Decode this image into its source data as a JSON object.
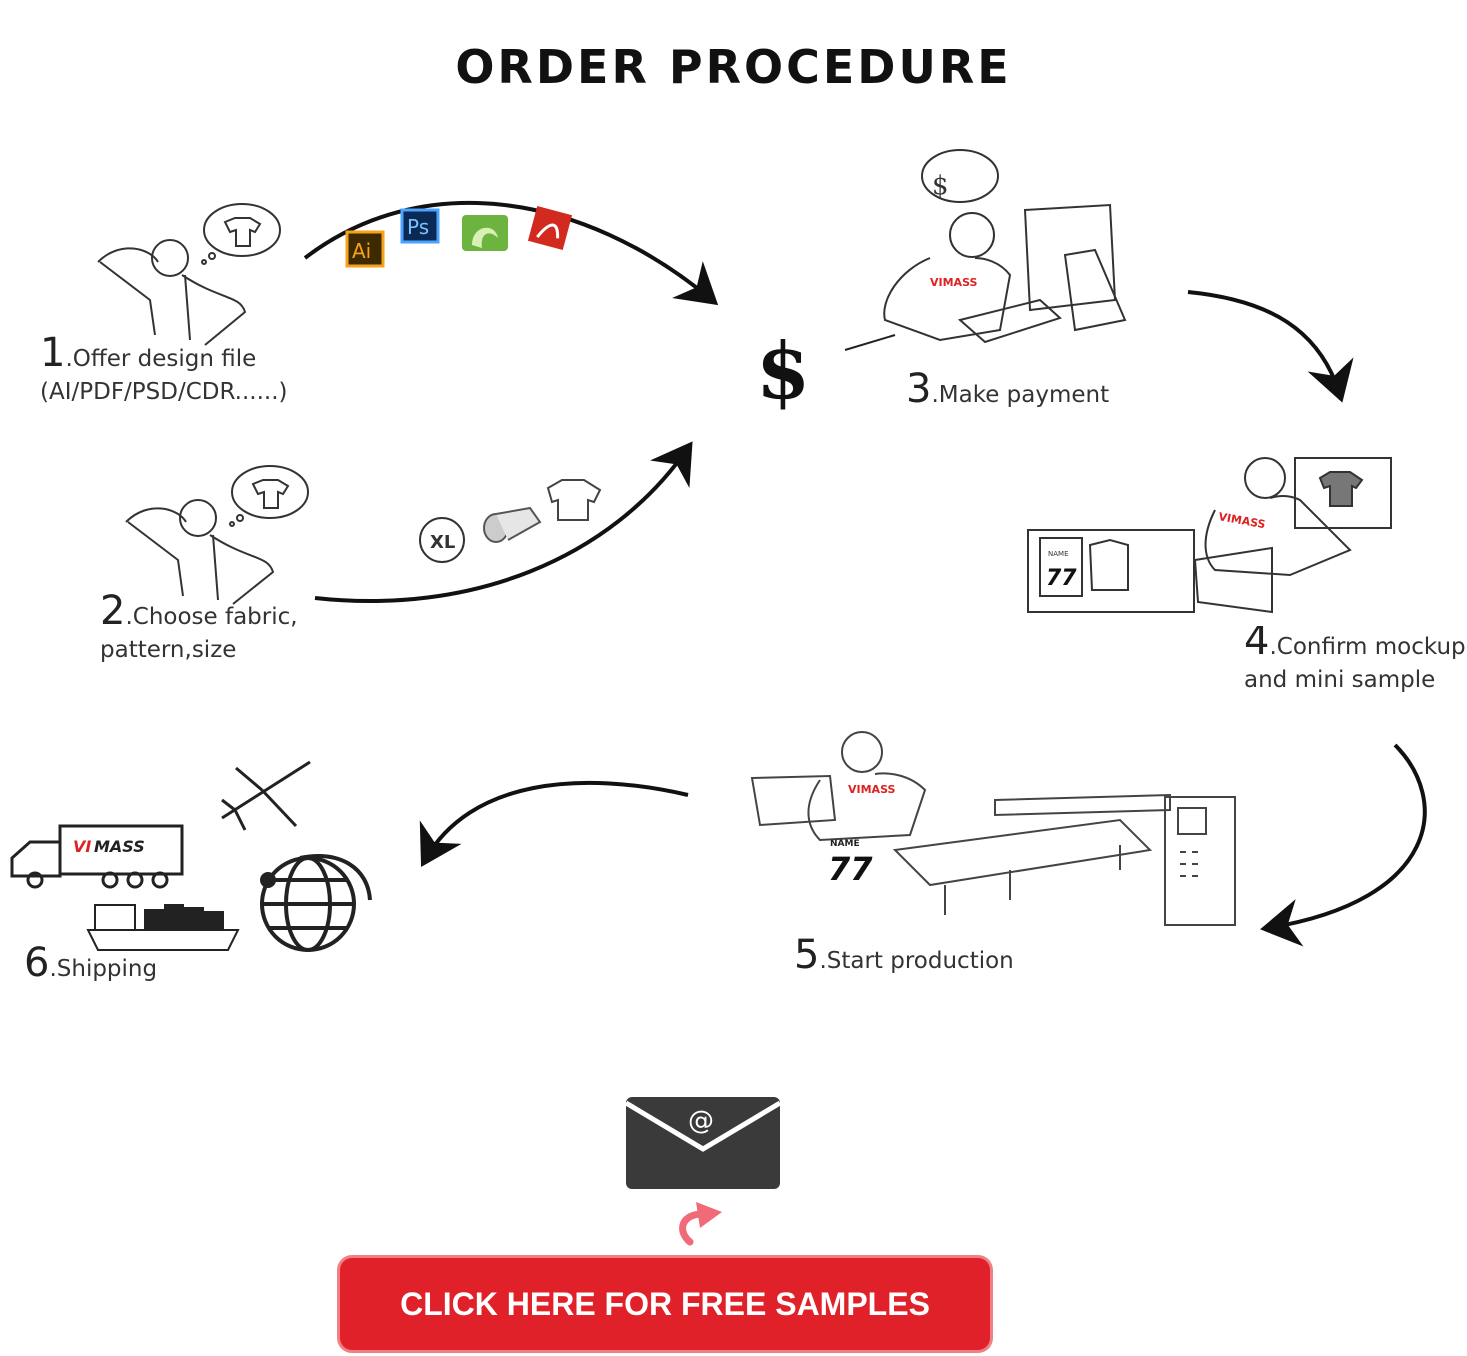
{
  "title": "ORDER PROCEDURE",
  "steps": [
    {
      "num": "1",
      "line1": ".Offer design file",
      "line2": "(AI/PDF/PSD/CDR......)"
    },
    {
      "num": "2",
      "line1": ".Choose fabric,",
      "line2": "pattern,size"
    },
    {
      "num": "3",
      "line1": ".Make payment"
    },
    {
      "num": "4",
      "line1": ".Confirm mockup",
      "line2": "and mini sample"
    },
    {
      "num": "5",
      "line1": ".Start production"
    },
    {
      "num": "6",
      "line1": ".Shipping"
    }
  ],
  "center_symbol": "$",
  "file_icons": [
    "Ai",
    "Ps",
    "CDR",
    "PDF"
  ],
  "size_badge": "XL",
  "brand": "VIMASS",
  "jersey_label": "NAME",
  "jersey_number": "77",
  "email_symbol": "@",
  "cta_label": "CLICK HERE FOR FREE SAMPLES",
  "colors": {
    "accent": "#e0212a",
    "ink": "#111111",
    "envelope": "#3a3a3a"
  }
}
